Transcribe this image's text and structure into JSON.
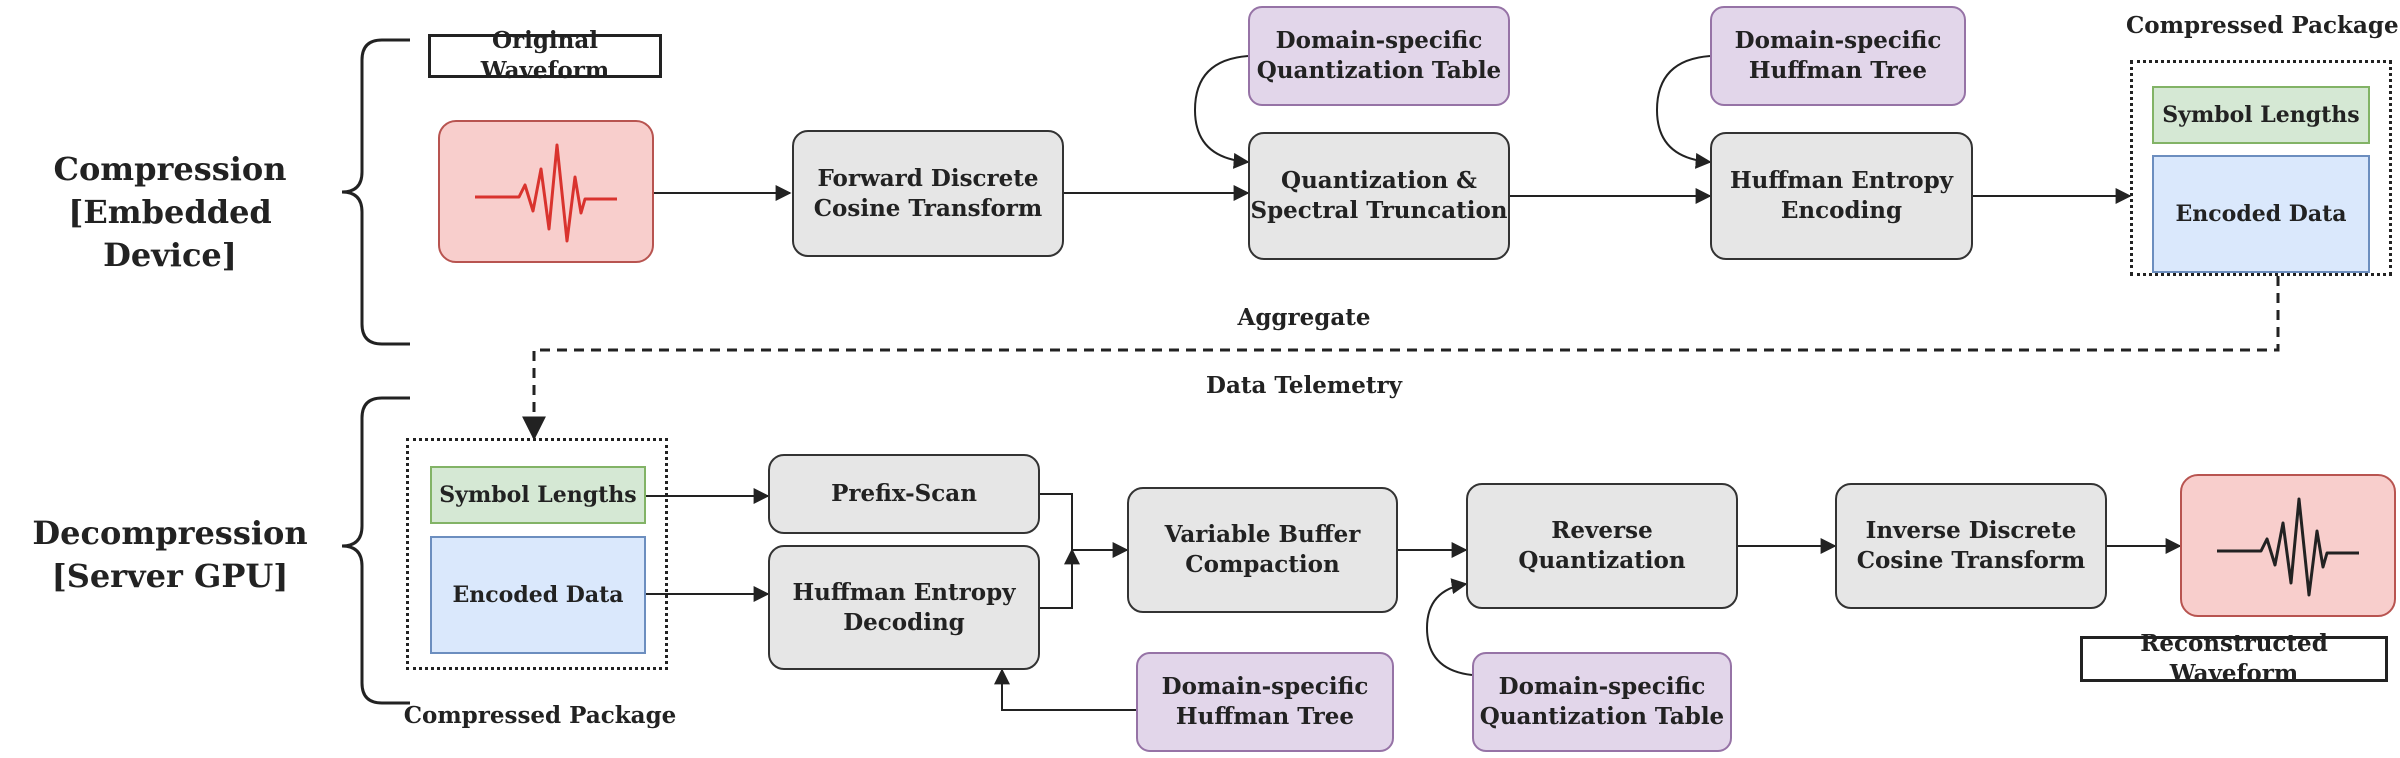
{
  "sections": {
    "compression": "Compression\n[Embedded Device]",
    "decompression": "Decompression\n[Server GPU]"
  },
  "compression": {
    "original_waveform": "Original Waveform",
    "forward_dct": "Forward Discrete\nCosine Transform",
    "quant_table": "Domain-specific\nQuantization Table",
    "quantization": "Quantization &\nSpectral Truncation",
    "huffman_tree": "Domain-specific\nHuffman Tree",
    "huffman_encoding": "Huffman Entropy\nEncoding",
    "package_title": "Compressed Package",
    "symbol_lengths": "Symbol Lengths",
    "encoded_data": "Encoded Data"
  },
  "transfer": {
    "aggregate": "Aggregate",
    "telemetry": "Data Telemetry"
  },
  "decompression": {
    "symbol_lengths": "Symbol Lengths",
    "encoded_data": "Encoded Data",
    "package_title": "Compressed Package",
    "prefix_scan": "Prefix-Scan",
    "huffman_decoding": "Huffman Entropy\nDecoding",
    "huffman_tree": "Domain-specific\nHuffman Tree",
    "buffer_compaction": "Variable Buffer\nCompaction",
    "reverse_quantization": "Reverse\nQuantization",
    "quant_table": "Domain-specific\nQuantization Table",
    "inverse_dct": "Inverse Discrete\nCosine Transform",
    "reconstructed_waveform": "Reconstructed Waveform"
  },
  "colors": {
    "process": "#e6e6e6",
    "lookup_table": "#e2d6ea",
    "symbol_lengths": "#d5e8d4",
    "encoded_data": "#dae8fc",
    "waveform": "#f8cecc",
    "waveform_compressed_signal": "#d9332e",
    "waveform_reconstructed_signal": "#222222"
  },
  "icons": {
    "original": "waveform-icon",
    "reconstructed": "waveform-icon"
  }
}
